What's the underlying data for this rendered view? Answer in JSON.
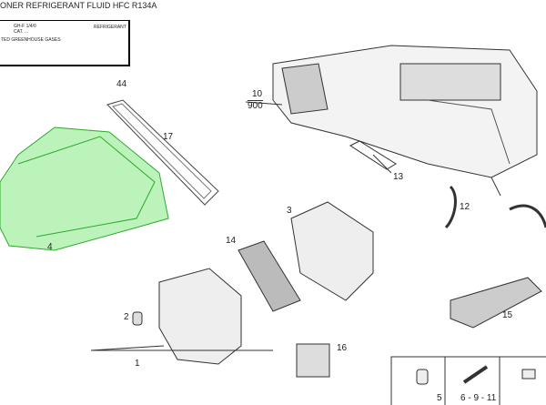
{
  "header": {
    "title": "ONER REFRIGERANT FLUID HFC R134A",
    "box_line1": "GH-F 1/4/0",
    "box_line2": "CAT. ...",
    "box_right": "REFRIGERANT",
    "box_line3": "TED GREENHOUSE GASES"
  },
  "callouts": {
    "c44": "44",
    "c17": "17",
    "c4": "4",
    "c10": "10",
    "c900": "900",
    "c13": "13",
    "c3": "3",
    "c12": "12",
    "c14": "14",
    "c2": "2",
    "c1": "1",
    "c16": "16",
    "c15": "15",
    "c5": "5",
    "c6911": "6 - 9 - 11"
  },
  "highlight_color": "#3ddc3d"
}
